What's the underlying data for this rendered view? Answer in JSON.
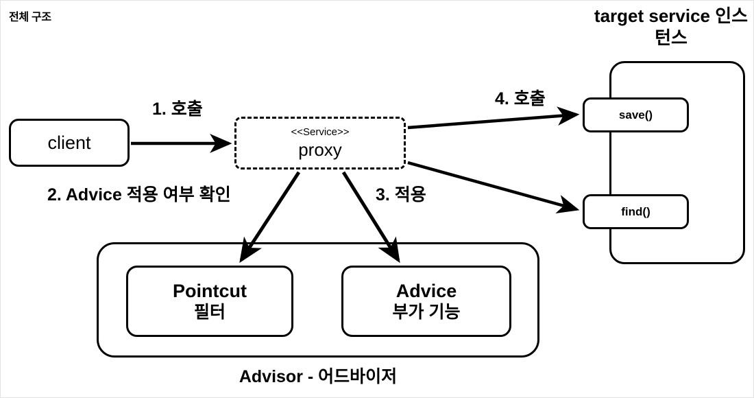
{
  "diagram": {
    "title": "전체 구조",
    "target_title": "target\nservice 인스턴스",
    "advisor_caption": "Advisor - 어드바이저"
  },
  "nodes": {
    "client": {
      "label": "client"
    },
    "proxy": {
      "stereotype": "<<Service>>",
      "label": "proxy"
    },
    "save": {
      "label": "save()"
    },
    "find": {
      "label": "find()"
    },
    "pointcut": {
      "label": "Pointcut",
      "sublabel": "필터"
    },
    "advice": {
      "label": "Advice",
      "sublabel": "부가 기능"
    }
  },
  "steps": [
    {
      "id": "step-1",
      "label": "1. 호출"
    },
    {
      "id": "step-2",
      "label": "2. Advice 적용 여부 확인"
    },
    {
      "id": "step-3",
      "label": "3. 적용"
    },
    {
      "id": "step-4",
      "label": "4. 호출"
    }
  ],
  "colors": {
    "stroke": "#000000",
    "background": "#ffffff",
    "frame": "#e3e3e3"
  }
}
